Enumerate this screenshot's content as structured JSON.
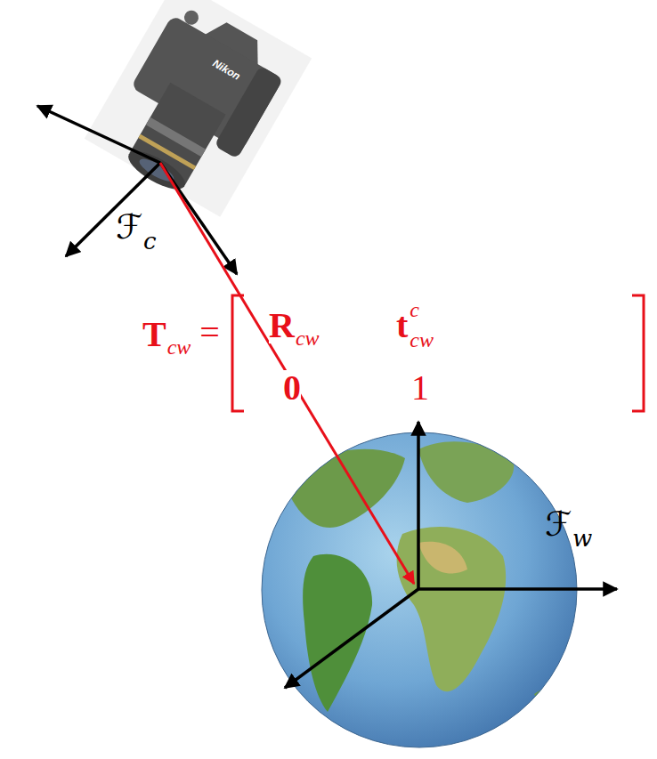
{
  "diagram": {
    "labels": [
      "Nikon",
      "ℱ",
      "c",
      "T",
      "cw",
      "=",
      "R",
      "cw",
      "t",
      "c",
      "cw",
      "0",
      "1",
      "ℱ",
      "w"
    ]
  }
}
